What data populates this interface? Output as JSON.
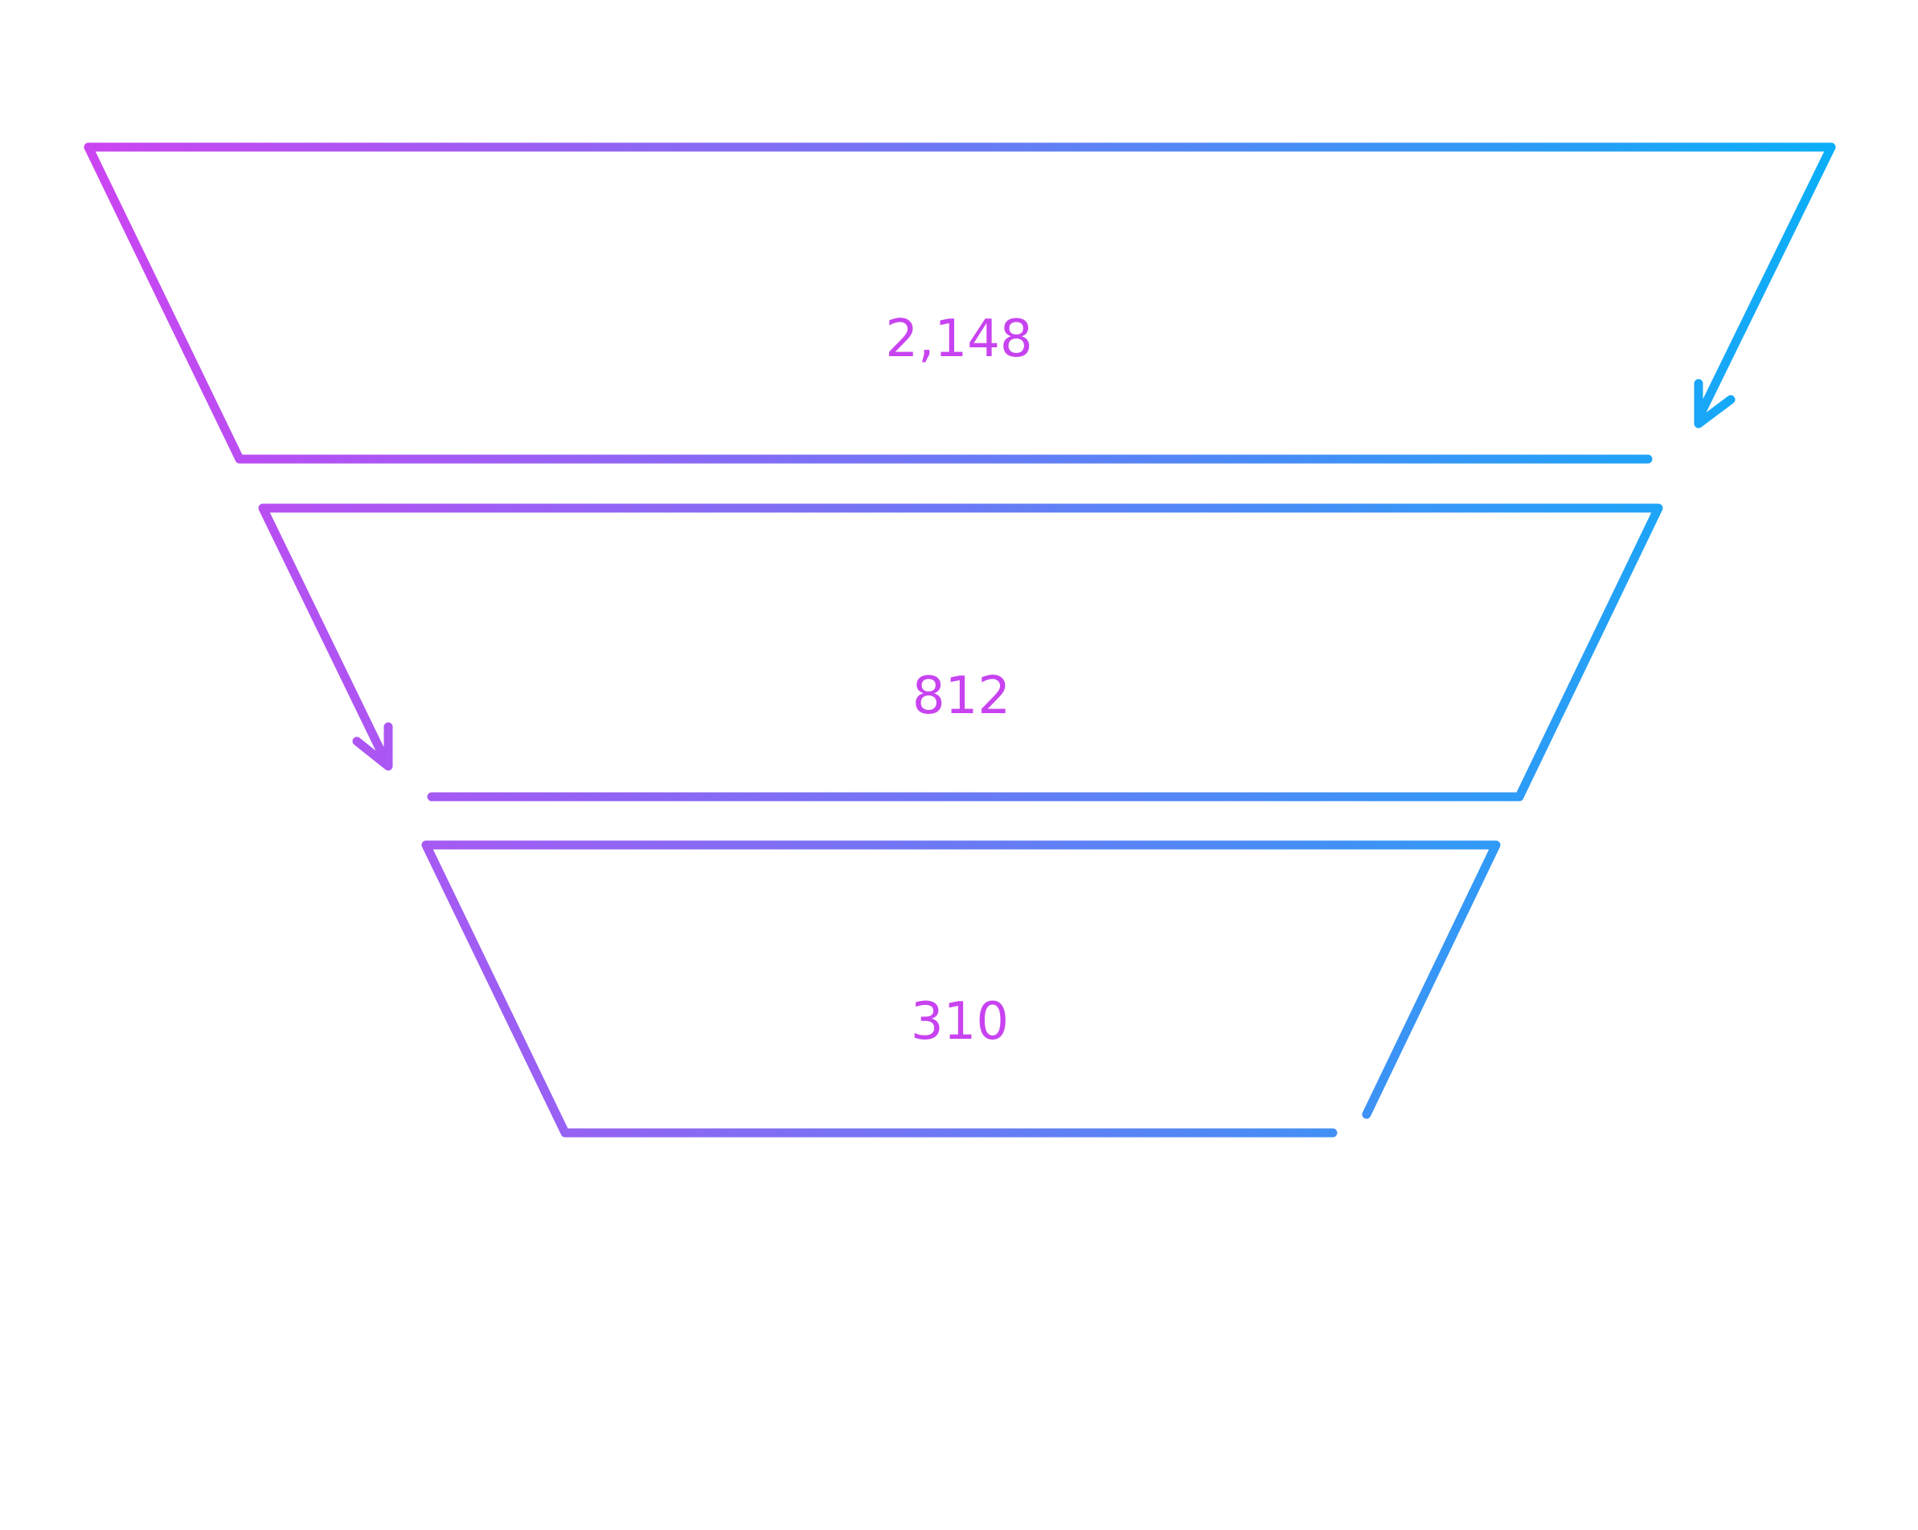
{
  "colors": {
    "gradient_start": "#cc44f2",
    "gradient_end": "#0aaff8",
    "label": "#c843f0",
    "background": "#ffffff"
  },
  "stages": [
    {
      "value": "2,148"
    },
    {
      "value": "812"
    },
    {
      "value": "310"
    }
  ]
}
